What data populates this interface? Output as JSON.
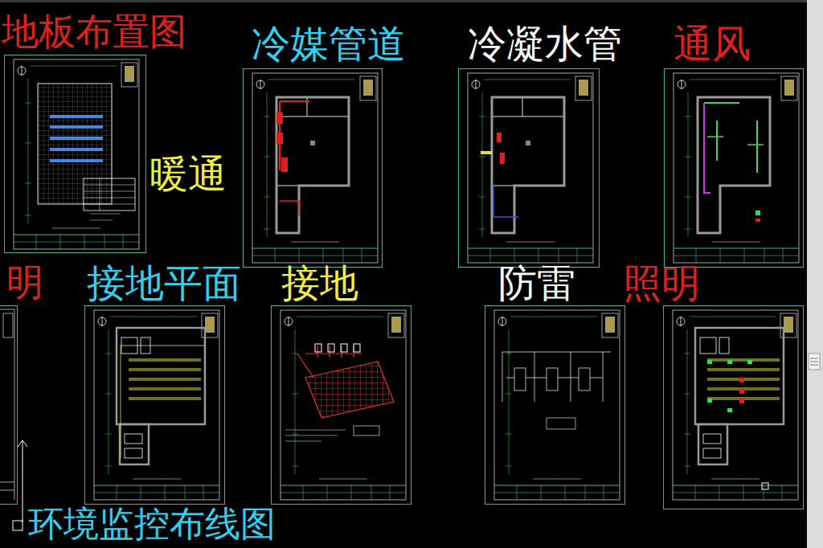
{
  "diagram": {
    "nodes": [
      {
        "text": [
          "地板布置图"
        ]
      },
      {
        "text": [
          "冷媒管道"
        ]
      },
      {
        "text": [
          "冷凝水管"
        ]
      },
      {
        "text": [
          "通风"
        ]
      },
      {
        "text": [
          "明"
        ]
      },
      {
        "text": [
          "接地平面"
        ]
      },
      {
        "text": [
          "接地"
        ]
      },
      {
        "text": [
          "防雷"
        ]
      },
      {
        "text": [
          "照明"
        ]
      }
    ],
    "labels": [
      "暖通",
      "环境监控布线图"
    ]
  }
}
